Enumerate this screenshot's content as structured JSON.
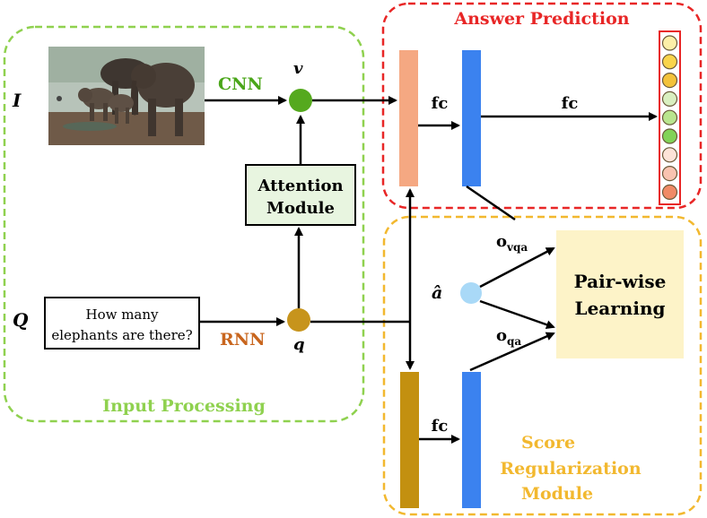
{
  "input_processing": {
    "title": "Input Processing",
    "image_var": "I",
    "question_var": "Q",
    "cnn_label": "CNN",
    "rnn_label": "RNN",
    "v_label": "v",
    "q_label": "q",
    "attention_line1": "Attention",
    "attention_line2": "Module",
    "question_line1": "How many",
    "question_line2": "elephants are there?"
  },
  "answer_prediction": {
    "title": "Answer Prediction",
    "fc1_label": "fc",
    "fc2_label": "fc",
    "output_scores": [
      "#fcefa8",
      "#f9d44b",
      "#f3c23a",
      "#d9f0c0",
      "#b9e58e",
      "#82d357",
      "#fde3d8",
      "#f9c3b0",
      "#f08a66"
    ]
  },
  "score_regularization": {
    "title_line1": "Score",
    "title_line2": "Regularization",
    "title_line3": "Module",
    "fc_label": "fc",
    "a_hat_label": "â",
    "o_vqa_base": "o",
    "o_vqa_sub": "vqa",
    "o_qa_base": "o",
    "o_qa_sub": "qa",
    "pairwise_line1": "Pair-wise",
    "pairwise_line2": "Learning"
  },
  "colors": {
    "input_border": "#8fd14f",
    "answer_border": "#e82626",
    "score_border": "#f2b82f",
    "cnn_text": "#4aa619",
    "rnn_text": "#c8651d",
    "v_node": "#55a91e",
    "q_node": "#c7941c",
    "feature_bar_salmon": "#f5a882",
    "feature_bar_blue": "#3b82ef",
    "feature_bar_gold": "#c39010",
    "a_hat_node": "#a9d9f7",
    "attention_fill": "#e8f5e0",
    "pairwise_fill": "#fdf3c8",
    "score_title": "#f2b82f"
  },
  "icons": {
    "photo": "elephants-photo"
  }
}
